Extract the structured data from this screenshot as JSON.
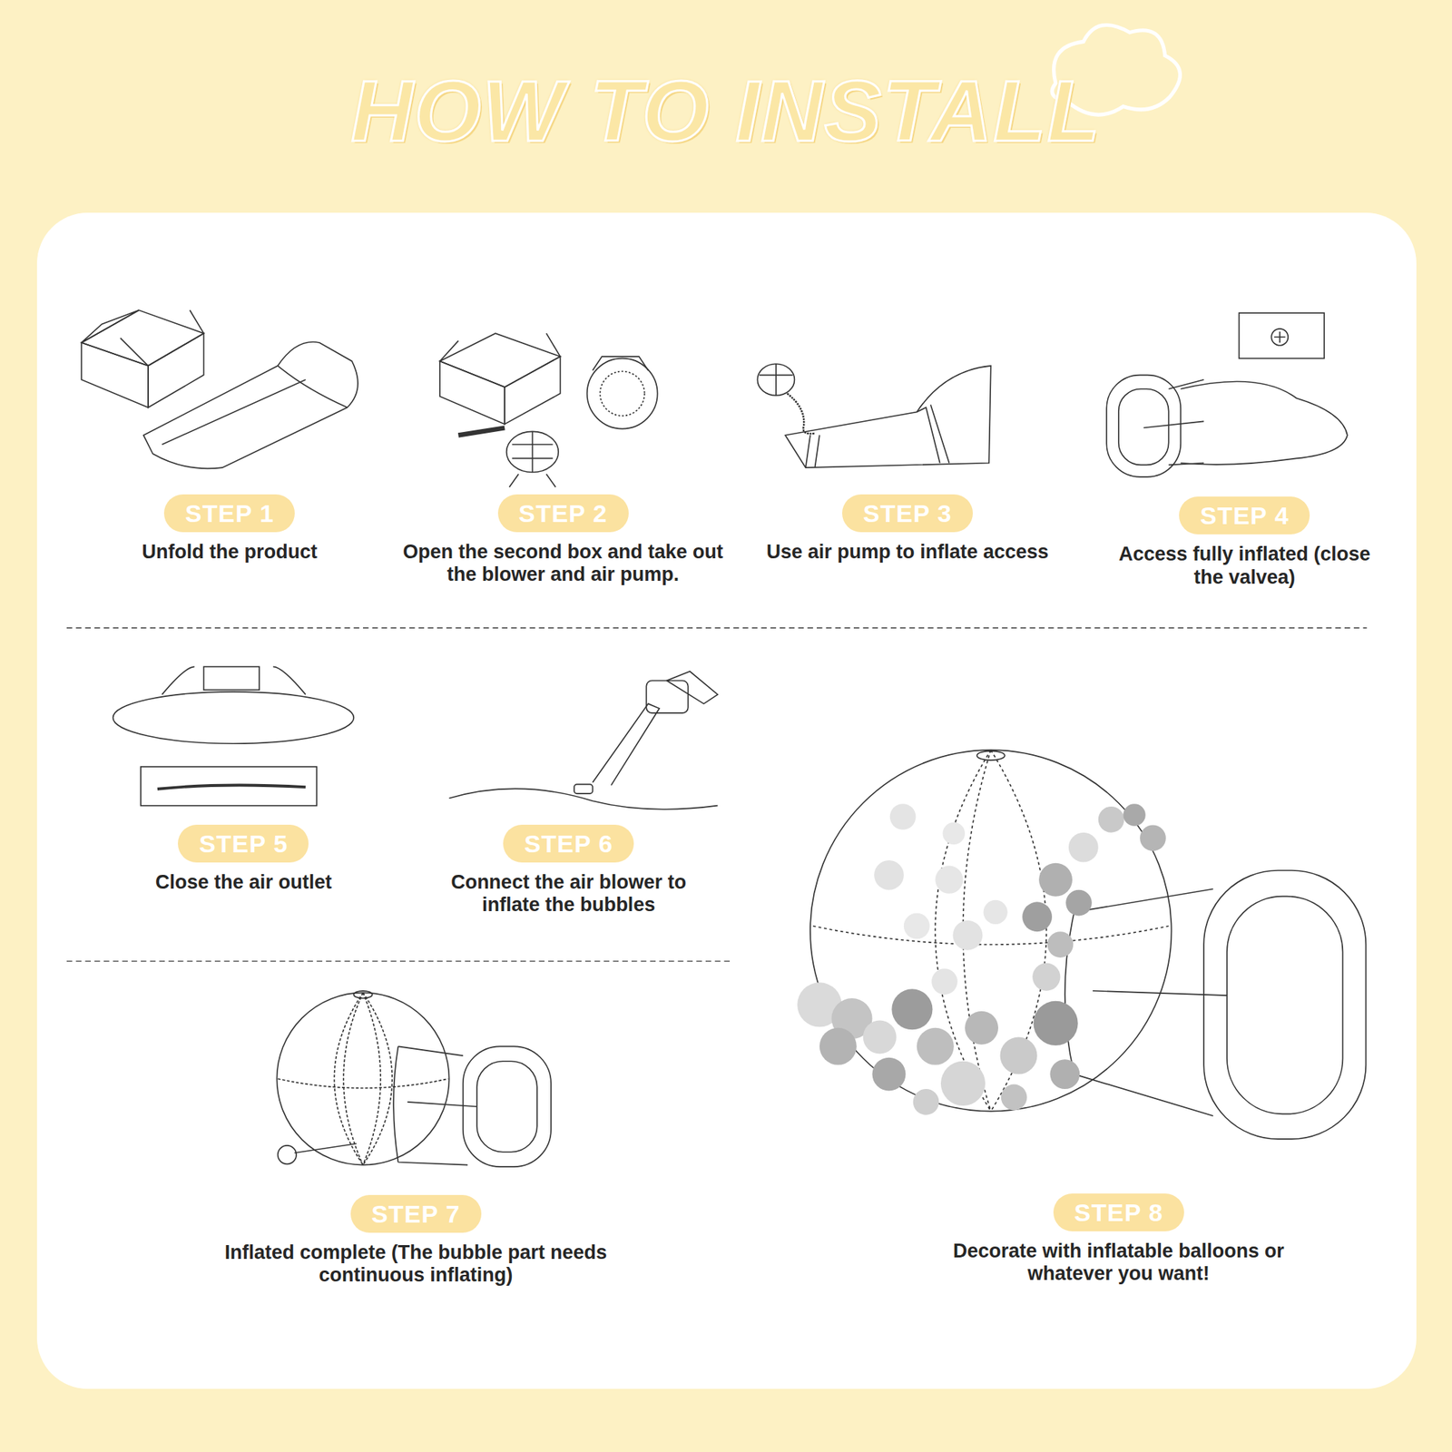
{
  "diagram": {
    "title": "HOW TO INSTALL",
    "nodes": [
      {
        "text": [
          "STEP 1",
          "Unfold the product"
        ]
      },
      {
        "text": [
          "STEP 2",
          "Open the second box and take out the blower and air pump."
        ]
      },
      {
        "text": [
          "STEP 3",
          "Use air pump to inflate access"
        ]
      },
      {
        "text": [
          "STEP 4",
          "Access fully inflated (close the valvea)"
        ]
      },
      {
        "text": [
          "STEP 5",
          "Close the air outlet"
        ]
      },
      {
        "text": [
          "STEP 6",
          "Connect the air blower to inflate the bubbles"
        ]
      },
      {
        "text": [
          "STEP 7",
          "Inflated complete (The bubble part needs continuous inflating)"
        ]
      },
      {
        "text": [
          "STEP 8",
          "Decorate with inflatable balloons or whatever you want!"
        ]
      }
    ]
  }
}
